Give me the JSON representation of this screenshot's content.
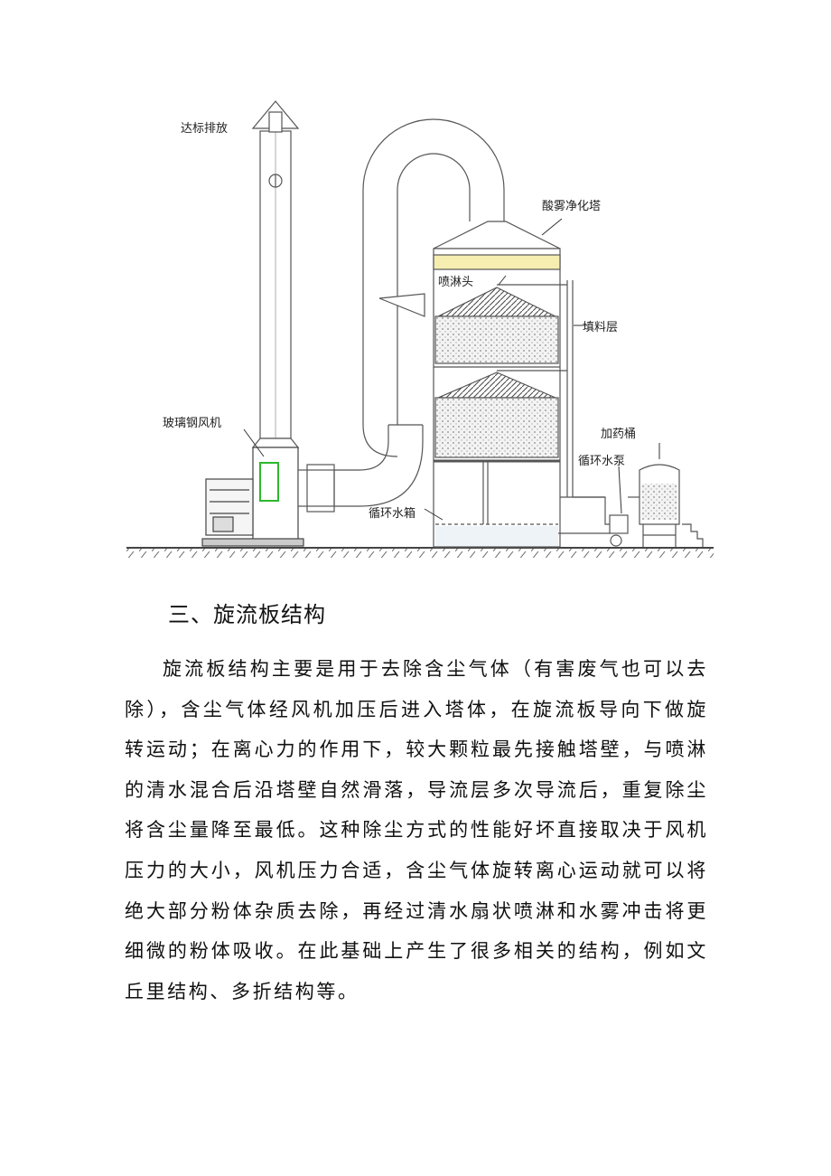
{
  "diagram": {
    "labels": {
      "exhaust": "达标排放",
      "tower": "酸雾净化塔",
      "spray_head": "喷淋头",
      "packing": "填料层",
      "fan": "玻璃钢风机",
      "dosing_tank": "加药桶",
      "pump": "循环水泵",
      "water_tank": "循环水箱"
    }
  },
  "section": {
    "heading": "三、旋流板结构",
    "paragraph": "旋流板结构主要是用于去除含尘气体（有害废气也可以去除），含尘气体经风机加压后进入塔体，在旋流板导向下做旋转运动；在离心力的作用下，较大颗粒最先接触塔壁，与喷淋的清水混合后沿塔壁自然滑落，导流层多次导流后，重复除尘将含尘量降至最低。这种除尘方式的性能好坏直接取决于风机压力的大小，风机压力合适，含尘气体旋转离心运动就可以将绝大部分粉体杂质去除，再经过清水扇状喷淋和水雾冲击将更细微的粉体吸收。在此基础上产生了很多相关的结构，例如文丘里结构、多折结构等。"
  }
}
